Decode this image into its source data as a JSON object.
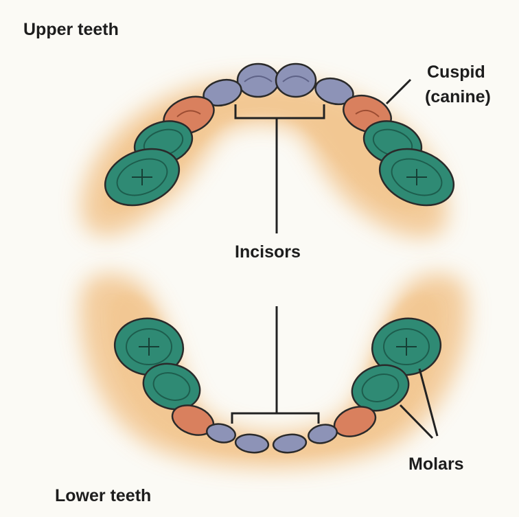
{
  "labels": {
    "upper_teeth": "Upper teeth",
    "cuspid": "Cuspid",
    "canine": "(canine)",
    "incisors": "Incisors",
    "molars": "Molars",
    "lower_teeth": "Lower teeth"
  },
  "colors": {
    "background": "#fbfaf5",
    "gum": "#f2c48c",
    "incisor": "#8d93b7",
    "cuspid": "#d9805e",
    "molar": "#2f8a74",
    "outline": "#2a2a2a",
    "leader_line": "#222222"
  }
}
